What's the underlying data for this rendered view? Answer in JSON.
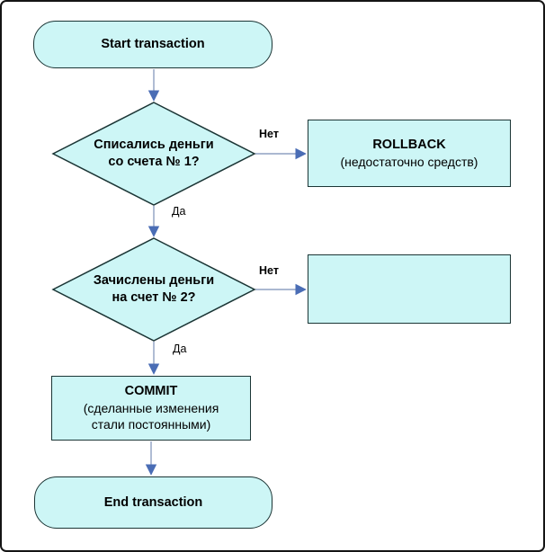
{
  "diagram": {
    "nodes": {
      "start": {
        "label": "Start transaction"
      },
      "decision1": {
        "lines": [
          "Списались деньги",
          "со счета № 1?"
        ]
      },
      "rollback1": {
        "title": "ROLLBACK",
        "subtitle": "(недостаточно средств)"
      },
      "decision2": {
        "lines": [
          "Зачислены деньги",
          "на счет № 2?"
        ]
      },
      "commit": {
        "title": "COMMIT",
        "subtitle_lines": [
          "(сделанные изменения",
          "стали постоянными)"
        ]
      },
      "end": {
        "label": "End transaction"
      }
    },
    "edges": {
      "decision1_no": "Нет",
      "decision1_yes": "Да",
      "decision2_no": "Нет",
      "decision2_yes": "Да"
    },
    "colors": {
      "node_fill": "#CDF6F6",
      "node_border": "#1B3535",
      "connector_line": "#8FA0C2",
      "connector_arrowhead": "#4A6DB5",
      "text": "#000000",
      "background": "#FFFFFF",
      "frame_border": "#141414"
    }
  }
}
